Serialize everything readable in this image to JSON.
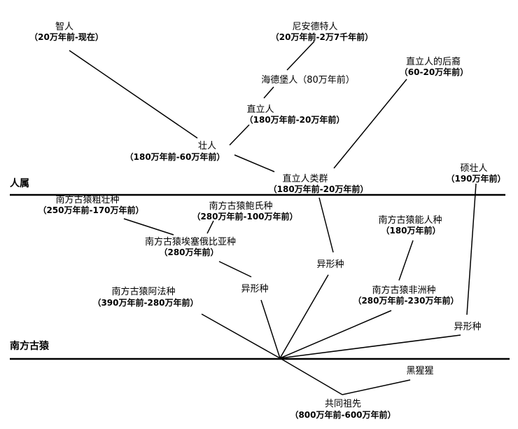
{
  "genera": {
    "homo": "人属",
    "australopithecus": "南方古猿"
  },
  "nodes": {
    "sapiens": {
      "name": "智人",
      "period": "（20万年前-现在）"
    },
    "neanderthal": {
      "name": "尼安德特人",
      "period": "（20万年前-2万7千年前）"
    },
    "heidelberg": {
      "name": "海德堡人（80万年前）"
    },
    "erectus": {
      "name": "直立人",
      "period": "（180万年前-20万年前）"
    },
    "erectus_desc": {
      "name": "直立人的后裔",
      "period": "（60-20万年前）"
    },
    "ergaster": {
      "name": "壮人",
      "period": "（180万年前-60万年前）"
    },
    "erectus_group": {
      "name": "直立人类群",
      "period": "（180万年前-20万年前）"
    },
    "rudolfensis": {
      "name": "硕壮人",
      "period": "（190万年前）"
    },
    "robustus": {
      "name": "南方古猿粗壮种",
      "period": "（250万年前-170万年前）"
    },
    "boisei": {
      "name": "南方古猿鲍氏种",
      "period": "（280万年前-100万年前）"
    },
    "aethiopicus": {
      "name": "南方古猿埃塞俄比亚种",
      "period": "（280万年前）"
    },
    "habilis": {
      "name": "南方古猿能人种",
      "period": "（180万年前）"
    },
    "variant1": {
      "name": "异形种"
    },
    "variant2": {
      "name": "异形种"
    },
    "variant3": {
      "name": "异形种"
    },
    "afarensis": {
      "name": "南方古猿阿法种",
      "period": "（390万年前-280万年前）"
    },
    "africanus": {
      "name": "南方古猿非洲种",
      "period": "（280万年前-230万年前）"
    },
    "chimp": {
      "name": "黑猩猩"
    },
    "ancestor": {
      "name": "共同祖先",
      "period": "（800万年前-600万年前）"
    }
  }
}
